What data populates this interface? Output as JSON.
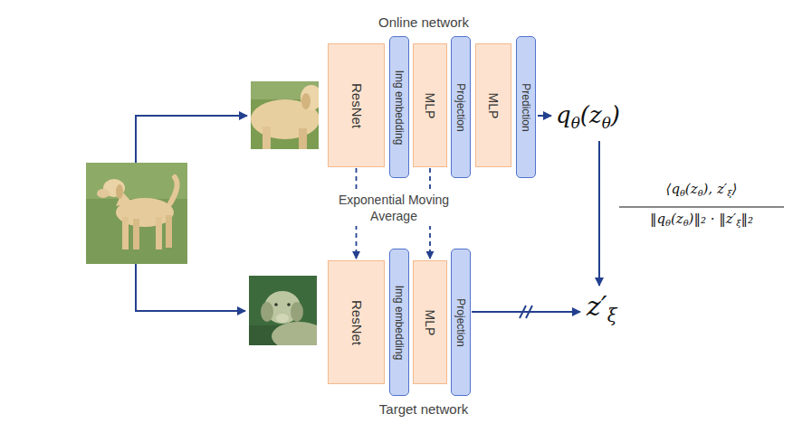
{
  "diagram": {
    "nodes": [
      {
        "text": [
          "ResNet"
        ]
      },
      {
        "text": [
          "Img embedding"
        ]
      },
      {
        "text": [
          "MLP"
        ]
      },
      {
        "text": [
          "Projection"
        ]
      },
      {
        "text": [
          "MLP"
        ]
      },
      {
        "text": [
          "Prediction"
        ]
      },
      {
        "text": [
          "ResNet"
        ]
      },
      {
        "text": [
          "Img embedding"
        ]
      },
      {
        "text": [
          "MLP"
        ]
      },
      {
        "text": [
          "Projection"
        ]
      }
    ],
    "edges": [
      {
        "from": 0,
        "to": 6,
        "arrow": "to"
      },
      {
        "from": 2,
        "to": 8,
        "arrow": "to"
      }
    ],
    "labels": [
      "Online network",
      "Exponential Moving Average",
      "Target network",
      "qθ(zθ)",
      "z′ξ",
      "⟨qθ(zθ), z′ξ⟩",
      "‖qθ(zθ)‖₂ · ‖z′ξ‖₂"
    ]
  }
}
